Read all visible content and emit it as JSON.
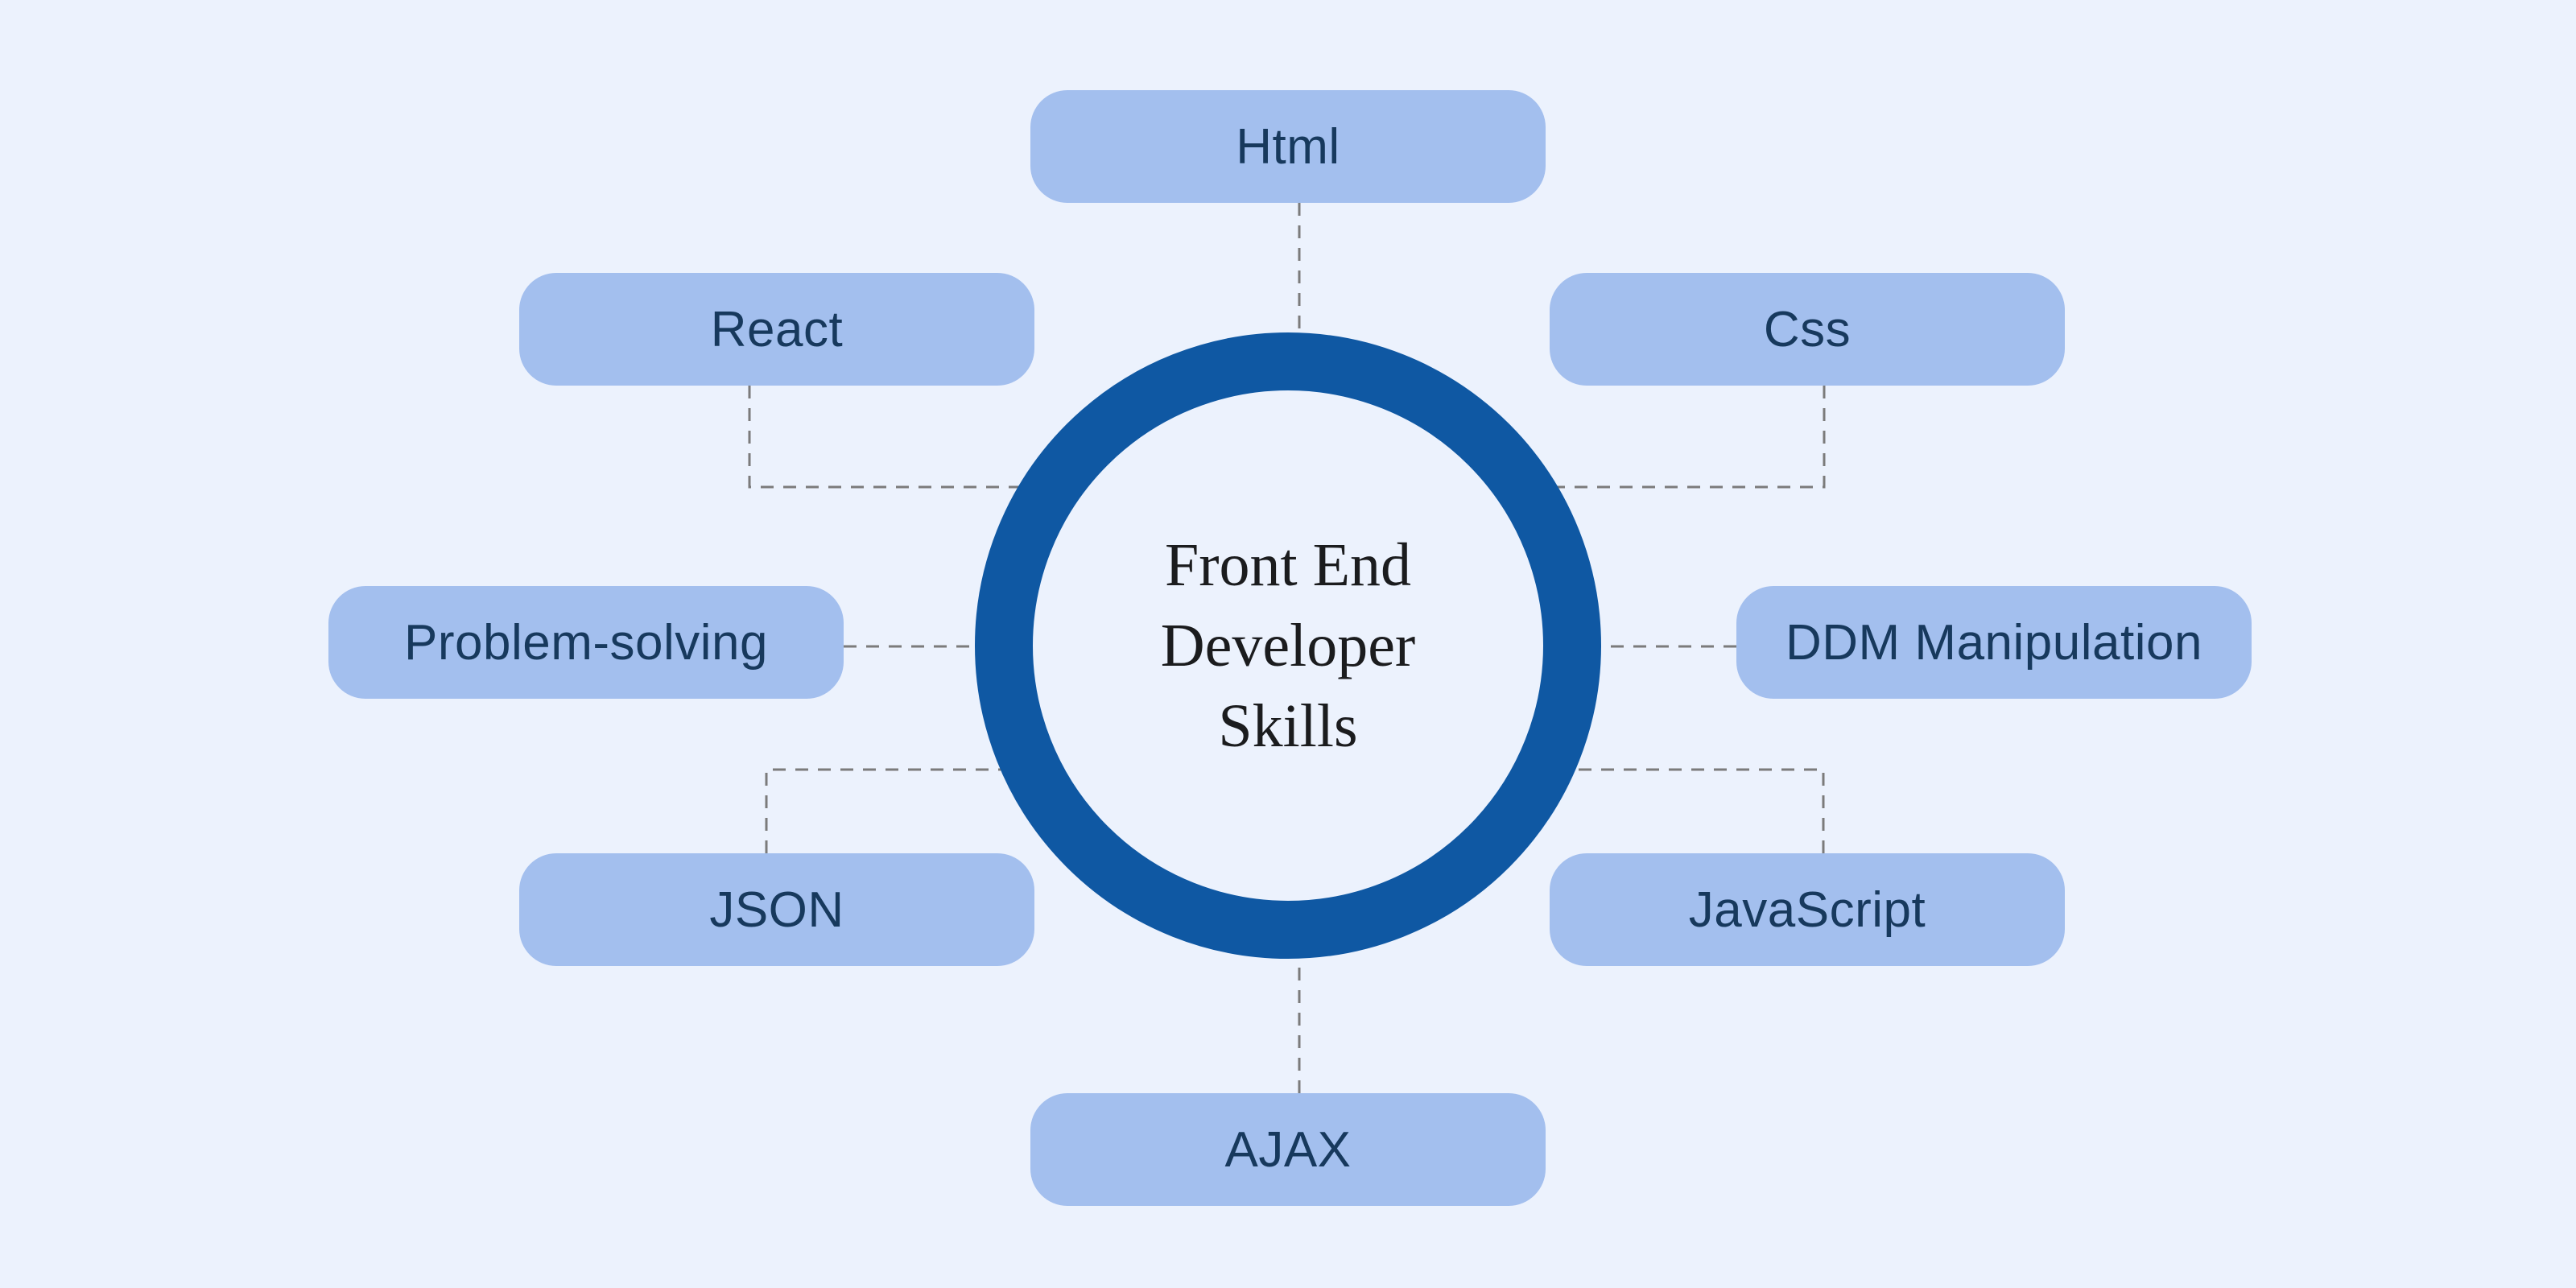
{
  "diagram": {
    "center": {
      "title": "Front End Developer Skills"
    },
    "skills": [
      {
        "id": "html",
        "label": "Html",
        "position": "top"
      },
      {
        "id": "react",
        "label": "React",
        "position": "top-left"
      },
      {
        "id": "css",
        "label": "Css",
        "position": "top-right"
      },
      {
        "id": "problem-solving",
        "label": "Problem-solving",
        "position": "left"
      },
      {
        "id": "ddm-manipulation",
        "label": "DDM Manipulation",
        "position": "right"
      },
      {
        "id": "json",
        "label": "JSON",
        "position": "bottom-left"
      },
      {
        "id": "javascript",
        "label": "JavaScript",
        "position": "bottom-right"
      },
      {
        "id": "ajax",
        "label": "AJAX",
        "position": "bottom"
      }
    ],
    "colors": {
      "background": "#ecf2fd",
      "node_fill": "#a3bfee",
      "node_text": "#17395d",
      "ring": "#0f58a3",
      "center_text": "#1b1c1e",
      "connector": "#7b7b7b"
    }
  }
}
